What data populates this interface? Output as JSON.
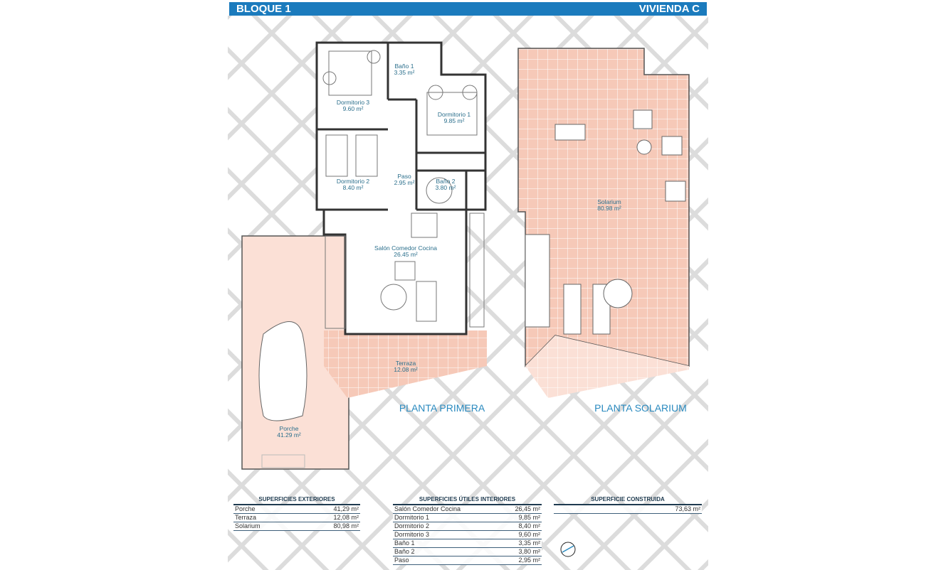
{
  "header": {
    "left": "BLOQUE 1",
    "right": "VIVIENDA C",
    "color": "#1b7bbd"
  },
  "plans": {
    "first_floor_title": "PLANTA PRIMERA",
    "solarium_title": "PLANTA SOLARIUM"
  },
  "rooms": {
    "bano1": {
      "name": "Baño 1",
      "area": "3.35 m²"
    },
    "dorm3": {
      "name": "Dormitorio 3",
      "area": "9.60 m²"
    },
    "dorm1": {
      "name": "Dormitorio 1",
      "area": "9.85 m²"
    },
    "paso": {
      "name": "Paso",
      "area": "2.95 m²"
    },
    "dorm2": {
      "name": "Dormitorio 2",
      "area": "8.40 m²"
    },
    "bano2": {
      "name": "Baño 2",
      "area": "3.80 m²"
    },
    "salon": {
      "name": "Salón Comedor Cocina",
      "area": "26.45 m²"
    },
    "terraza": {
      "name": "Terraza",
      "area": "12.08 m²"
    },
    "porche": {
      "name": "Porche",
      "area": "41.29 m²"
    },
    "solarium": {
      "name": "Solarium",
      "area": "80.98 m²"
    }
  },
  "tables": {
    "exterior": {
      "title": "SUPERFICIES EXTERIORES",
      "rows": [
        {
          "name": "Porche",
          "value": "41,29 m²"
        },
        {
          "name": "Terraza",
          "value": "12,08 m²"
        },
        {
          "name": "Solarium",
          "value": "80,98 m²"
        }
      ]
    },
    "interior": {
      "title": "SUPERFICIES ÚTILES INTERIORES",
      "rows": [
        {
          "name": "Salón Comedor Cocina",
          "value": "26,45 m²"
        },
        {
          "name": "Dormitorio 1",
          "value": "9,85 m²"
        },
        {
          "name": "Dormitorio 2",
          "value": "8,40 m²"
        },
        {
          "name": "Dormitorio 3",
          "value": "9,60 m²"
        },
        {
          "name": "Baño 1",
          "value": "3,35 m²"
        },
        {
          "name": "Baño 2",
          "value": "3,80 m²"
        },
        {
          "name": "Paso",
          "value": "2,95 m²"
        }
      ]
    },
    "built": {
      "title": "SUPERFICIE CONSTRUIDA",
      "rows": [
        {
          "name": "",
          "value": "73,63 m²"
        }
      ]
    }
  },
  "compass_icon": "north-arrow-icon"
}
